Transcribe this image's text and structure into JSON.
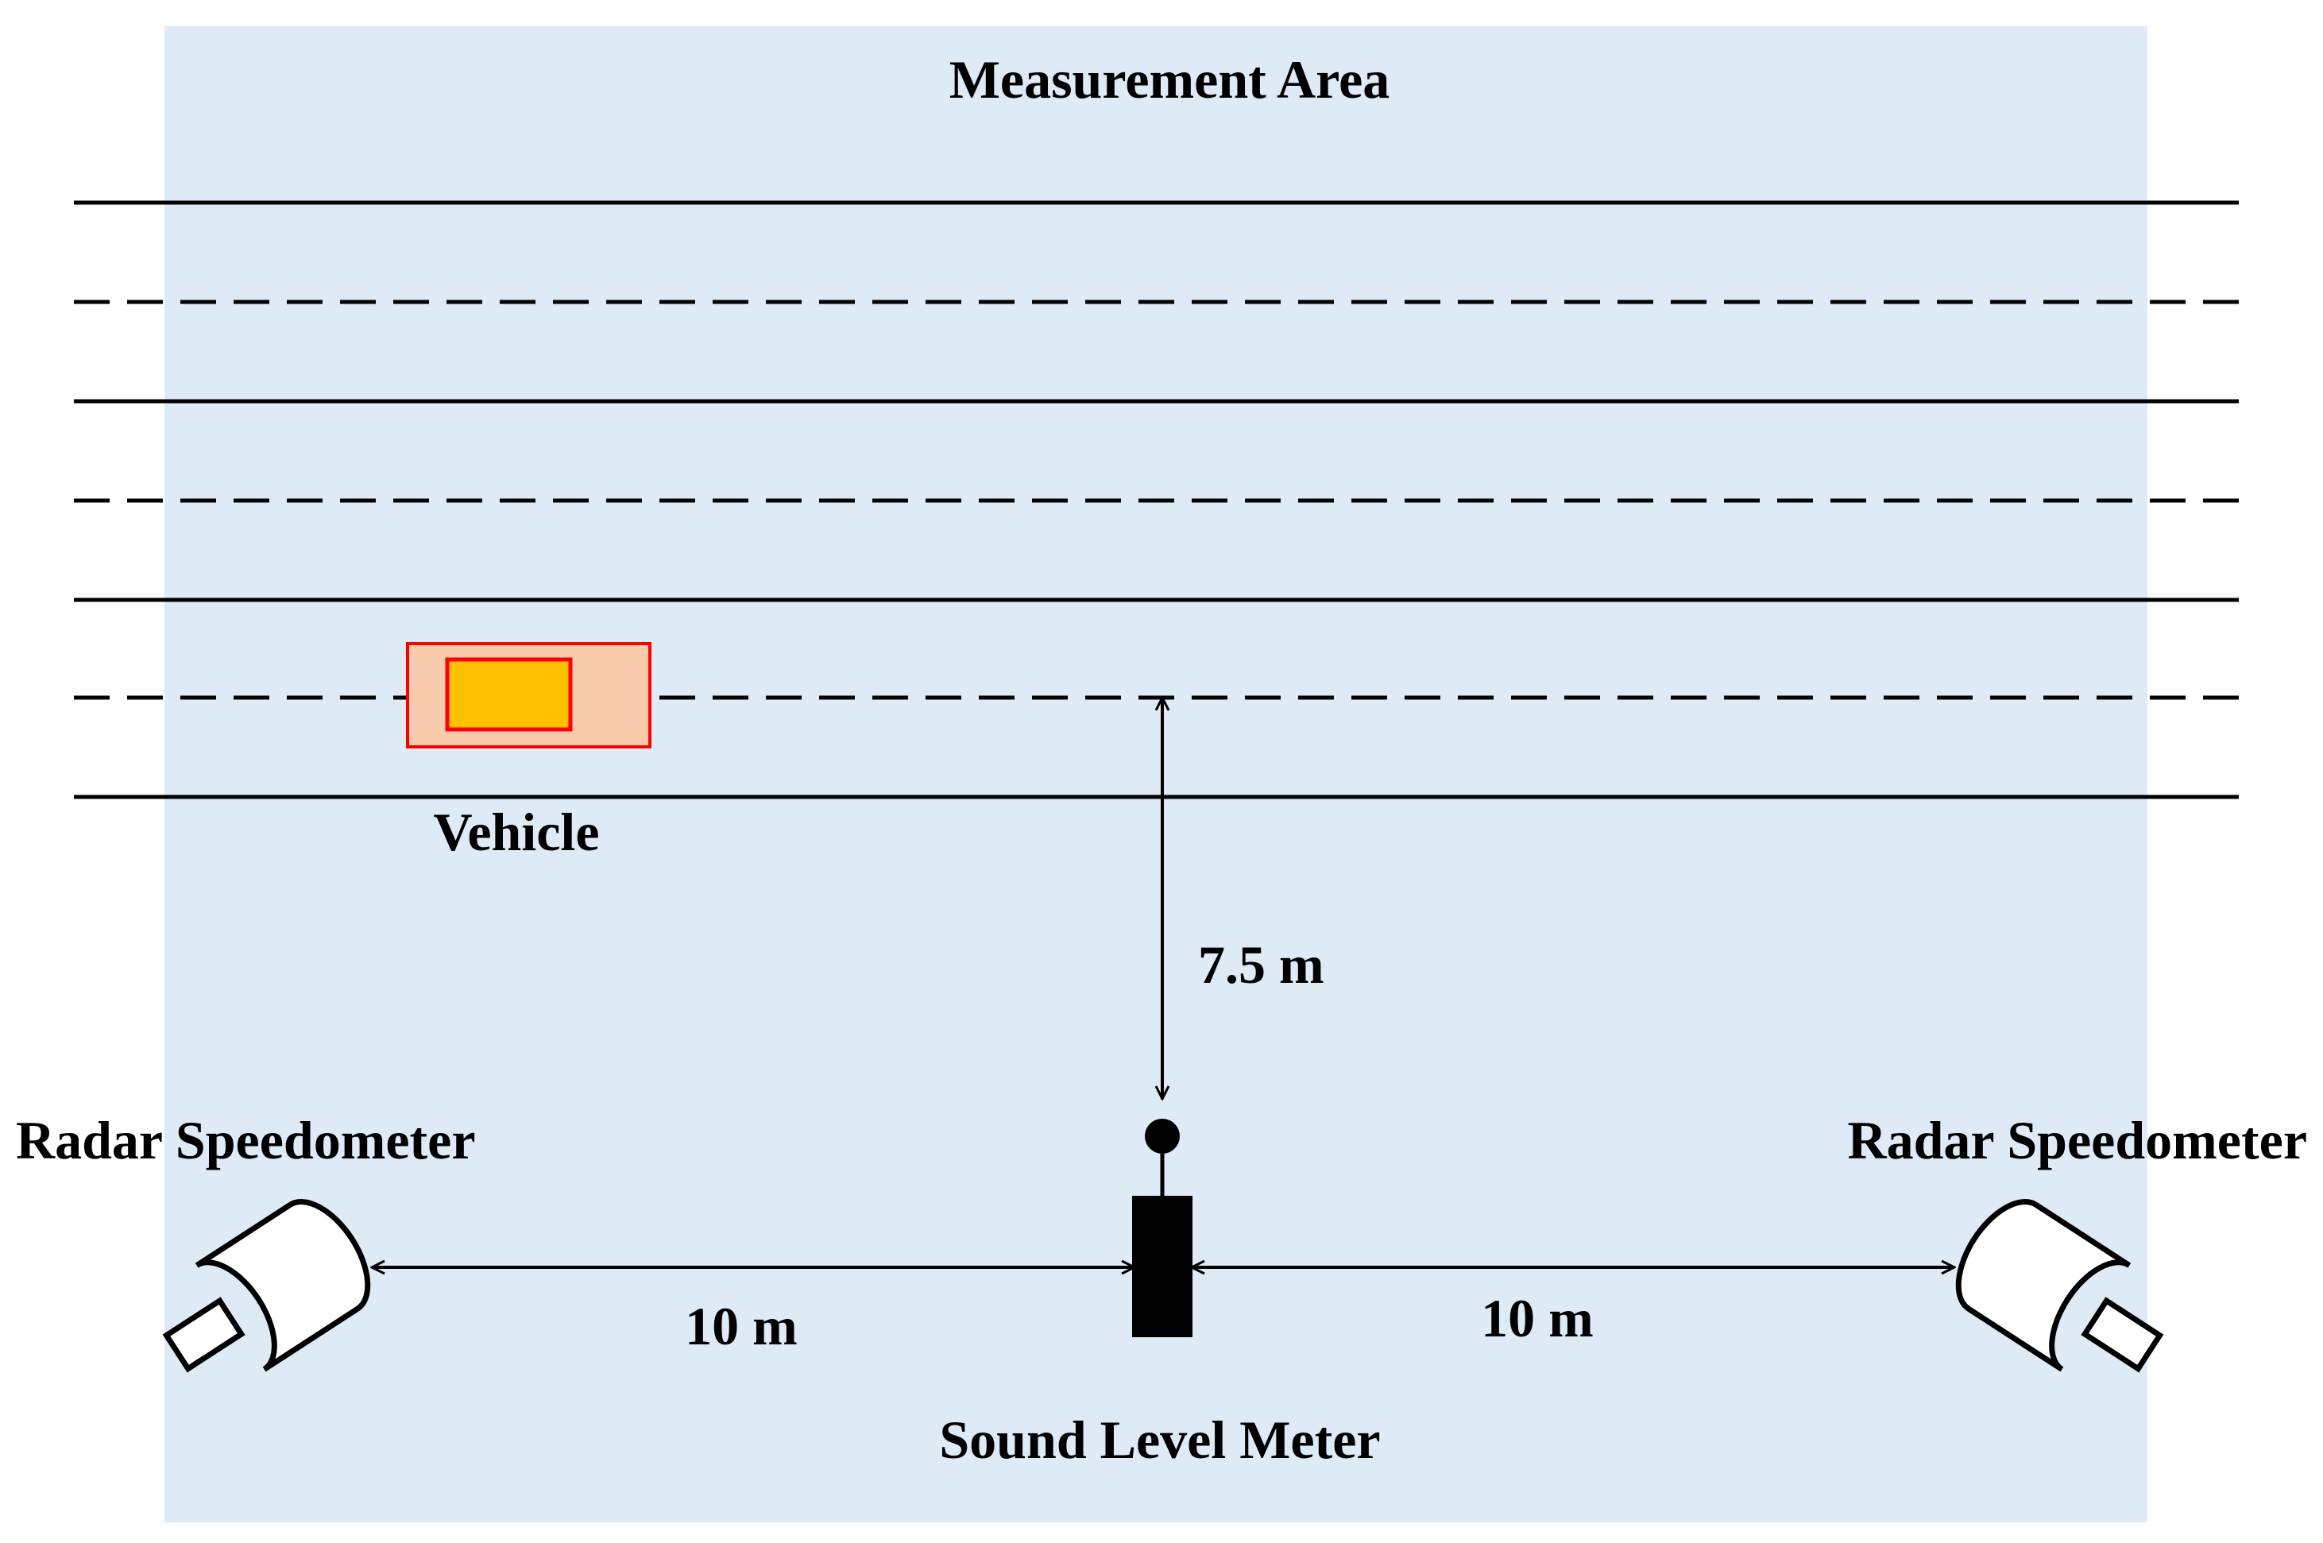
{
  "labels": {
    "area_title": "Measurement Area",
    "vehicle": "Vehicle",
    "distance_to_lane": "7.5 m",
    "distance_left": "10 m",
    "distance_right": "10 m",
    "radar_left": "Radar Speedometer",
    "radar_right": "Radar Speedometer",
    "sound_meter": "Sound Level Meter"
  },
  "colors": {
    "area_fill": "#deeaf6",
    "line": "#000000",
    "vehicle_outer_fill": "#f8cbad",
    "vehicle_outline": "#ff0000",
    "vehicle_inner_fill": "#ffc000",
    "meter_fill": "#000000"
  },
  "icons": {
    "radar_left": "radar-speedometer-icon",
    "radar_right": "radar-speedometer-icon",
    "sound_meter": "sound-level-meter-icon",
    "vehicle": "vehicle-icon"
  }
}
